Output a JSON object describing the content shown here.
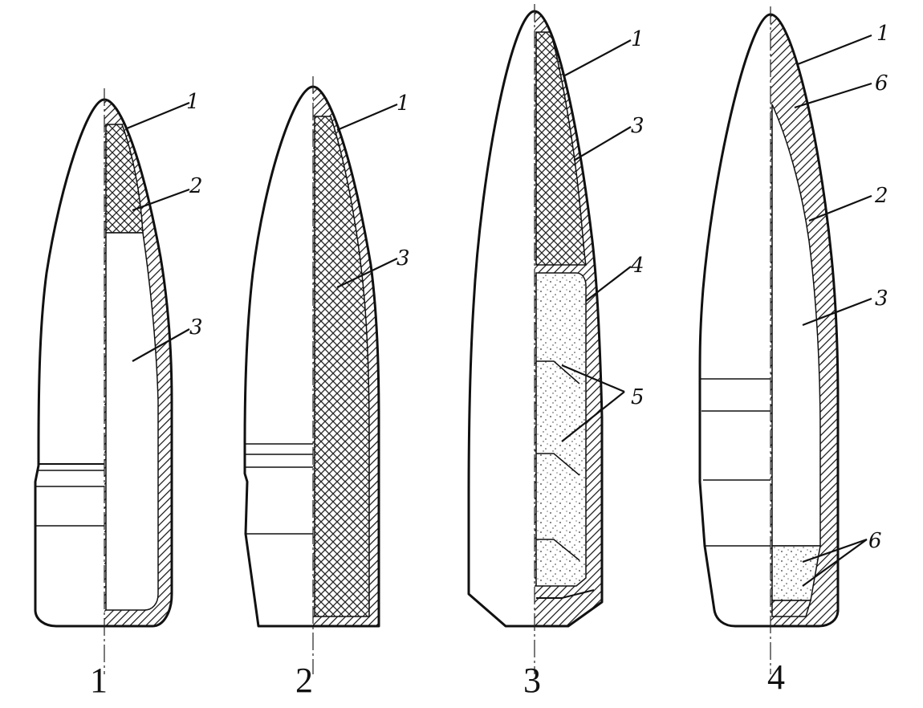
{
  "figures": [
    {
      "number": "1",
      "callouts": [
        {
          "text": "1"
        },
        {
          "text": "2"
        },
        {
          "text": "3"
        }
      ]
    },
    {
      "number": "2",
      "callouts": [
        {
          "text": "1"
        },
        {
          "text": "3"
        }
      ]
    },
    {
      "number": "3",
      "callouts": [
        {
          "text": "1"
        },
        {
          "text": "3"
        },
        {
          "text": "4"
        },
        {
          "text": "5"
        }
      ]
    },
    {
      "number": "4",
      "callouts": [
        {
          "text": "1"
        },
        {
          "text": "6"
        },
        {
          "text": "2"
        },
        {
          "text": "3"
        },
        {
          "text": "6"
        }
      ]
    }
  ]
}
